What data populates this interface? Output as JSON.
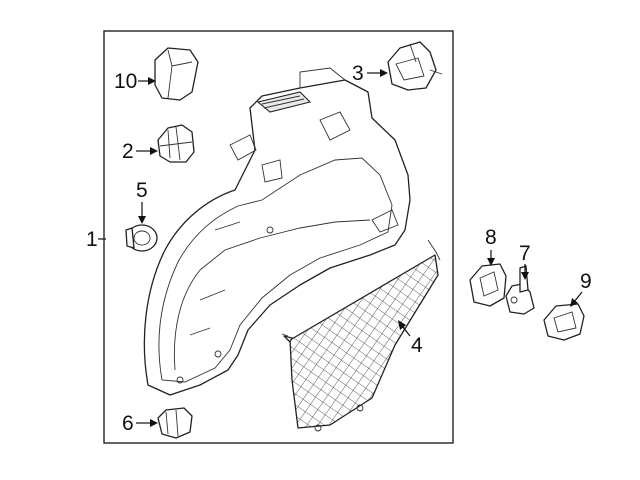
{
  "callouts": {
    "c1": "1",
    "c2": "2",
    "c3": "3",
    "c4": "4",
    "c5": "5",
    "c6": "6",
    "c7": "7",
    "c8": "8",
    "c9": "9",
    "c10": "10"
  },
  "colors": {
    "line": "#111111",
    "background": "#ffffff",
    "shade": "#e9e9e9"
  }
}
